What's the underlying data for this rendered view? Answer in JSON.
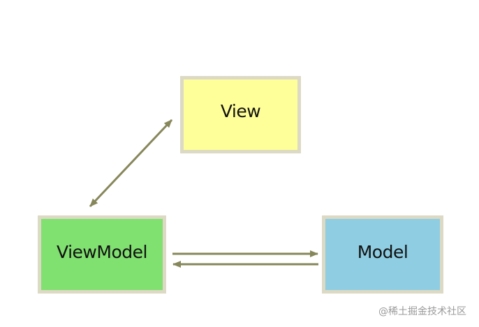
{
  "nodes": {
    "view": "View",
    "viewmodel": "ViewModel",
    "model": "Model"
  },
  "colors": {
    "view": "#ffff99",
    "viewmodel": "#80e070",
    "model": "#8ecde2",
    "arrow": "#86875a",
    "border": "#dcd9c4"
  },
  "edges": [
    {
      "from": "ViewModel",
      "to": "View",
      "direction": "bidirectional"
    },
    {
      "from": "ViewModel",
      "to": "Model",
      "direction": "forward"
    },
    {
      "from": "Model",
      "to": "ViewModel",
      "direction": "forward"
    }
  ],
  "watermark": "@稀土掘金技术社区"
}
